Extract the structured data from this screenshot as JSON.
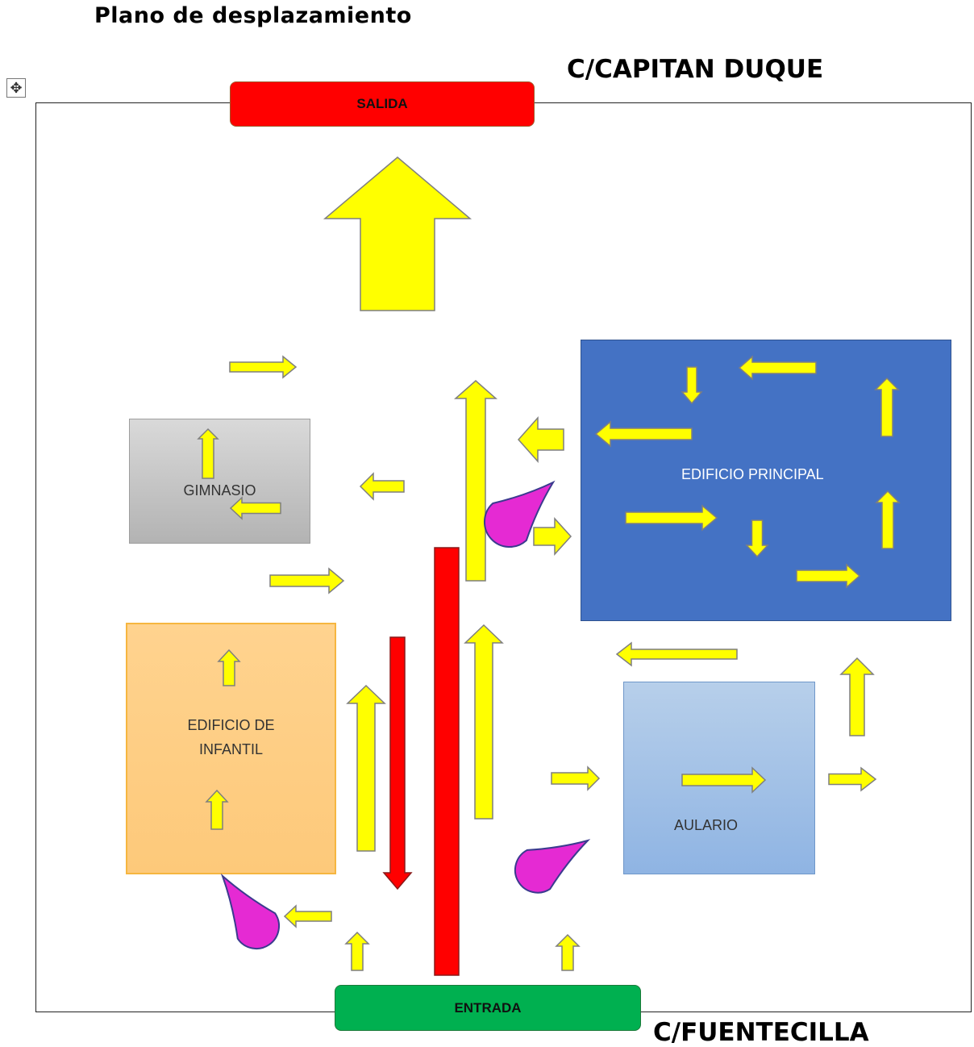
{
  "title": "Plano de desplazamiento",
  "streets": {
    "top": "C/CAPITAN DUQUE",
    "bottom": "C/FUENTECILLA"
  },
  "labels": {
    "exit": "SALIDA",
    "entry": "ENTRADA"
  },
  "buildings": {
    "gym": "GIMNASIO",
    "infant_line1": "EDIFICIO DE",
    "infant_line2": "INFANTIL",
    "main": "EDIFICIO PRINCIPAL",
    "classroom": "AULARIO"
  },
  "icons": {
    "move_handle": "move-icon"
  },
  "colors": {
    "arrow_fill": "#ffff00",
    "arrow_stroke": "#7f7f7f",
    "red_lane": "#ff0000",
    "teardrop": "#e52ad3",
    "teardrop_stroke": "#3b3b8f",
    "exit": "#ff0000",
    "entry": "#00b050",
    "main_building": "#4472c4"
  }
}
